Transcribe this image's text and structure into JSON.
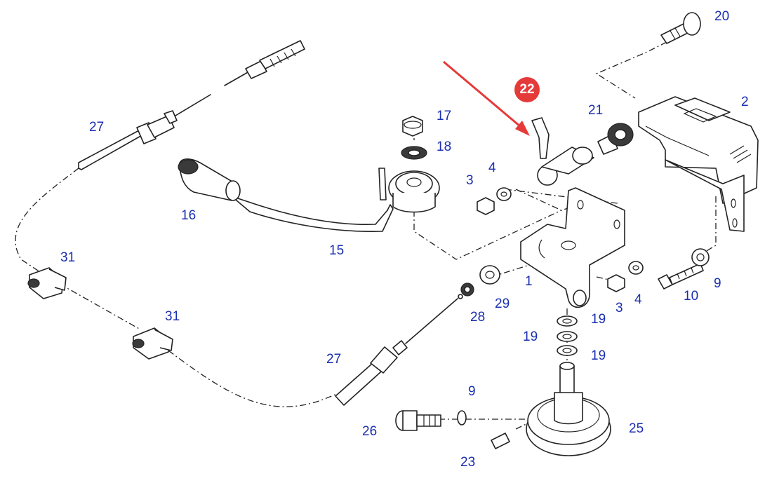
{
  "highlight": {
    "badge": "22",
    "color": "#e53a3a"
  },
  "label_color": "#1a2fb0",
  "labels": {
    "l20": "20",
    "l2": "2",
    "l21": "21",
    "l17": "17",
    "l18": "18",
    "l4a": "4",
    "l3a": "3",
    "l27a": "27",
    "l16": "16",
    "l15": "15",
    "l31a": "31",
    "l31b": "31",
    "l1": "1",
    "l3b": "3",
    "l4b": "4",
    "l10": "10",
    "l9a": "9",
    "l29": "29",
    "l28": "28",
    "l19a": "19",
    "l19b": "19",
    "l19c": "19",
    "l27b": "27",
    "l9b": "9",
    "l26": "26",
    "l25": "25",
    "l23": "23"
  }
}
